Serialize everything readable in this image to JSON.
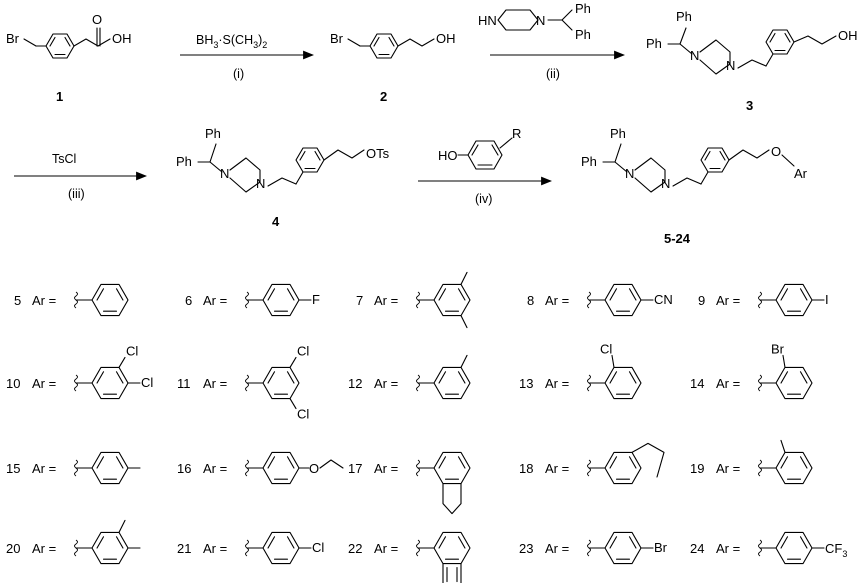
{
  "compounds": {
    "c1": "1",
    "c2": "2",
    "c3": "3",
    "c4": "4",
    "c5_24": "5-24"
  },
  "atoms": {
    "br": "Br",
    "oh": "OH",
    "o": "O",
    "ots": "OTs",
    "ph": "Ph",
    "hn": "HN",
    "ho": "HO",
    "r": "R",
    "ar": "Ar",
    "f": "F",
    "cn": "CN",
    "i": "I",
    "cl": "Cl",
    "cf3": "CF",
    "cf3_sub": "3"
  },
  "reagents": {
    "step1_top": "BH",
    "step1_sub3": "3",
    "step1_rest": "·S(CH",
    "step1_sub3b": "3",
    "step1_close": ")",
    "step1_sub2": "2",
    "step1": "(i)",
    "step2": "(ii)",
    "step3_top": "TsCl",
    "step3": "(iii)",
    "step4": "(iv)"
  },
  "ar_list": [
    {
      "n": "5",
      "label": "Ar ="
    },
    {
      "n": "6",
      "label": "Ar ="
    },
    {
      "n": "7",
      "label": "Ar ="
    },
    {
      "n": "8",
      "label": "Ar ="
    },
    {
      "n": "9",
      "label": "Ar ="
    },
    {
      "n": "10",
      "label": "Ar ="
    },
    {
      "n": "11",
      "label": "Ar ="
    },
    {
      "n": "12",
      "label": "Ar ="
    },
    {
      "n": "13",
      "label": "Ar ="
    },
    {
      "n": "14",
      "label": "Ar ="
    },
    {
      "n": "15",
      "label": "Ar ="
    },
    {
      "n": "16",
      "label": "Ar ="
    },
    {
      "n": "17",
      "label": "Ar ="
    },
    {
      "n": "18",
      "label": "Ar ="
    },
    {
      "n": "19",
      "label": "Ar ="
    },
    {
      "n": "20",
      "label": "Ar ="
    },
    {
      "n": "21",
      "label": "Ar ="
    },
    {
      "n": "22",
      "label": "Ar ="
    },
    {
      "n": "23",
      "label": "Ar ="
    },
    {
      "n": "24",
      "label": "Ar ="
    }
  ]
}
